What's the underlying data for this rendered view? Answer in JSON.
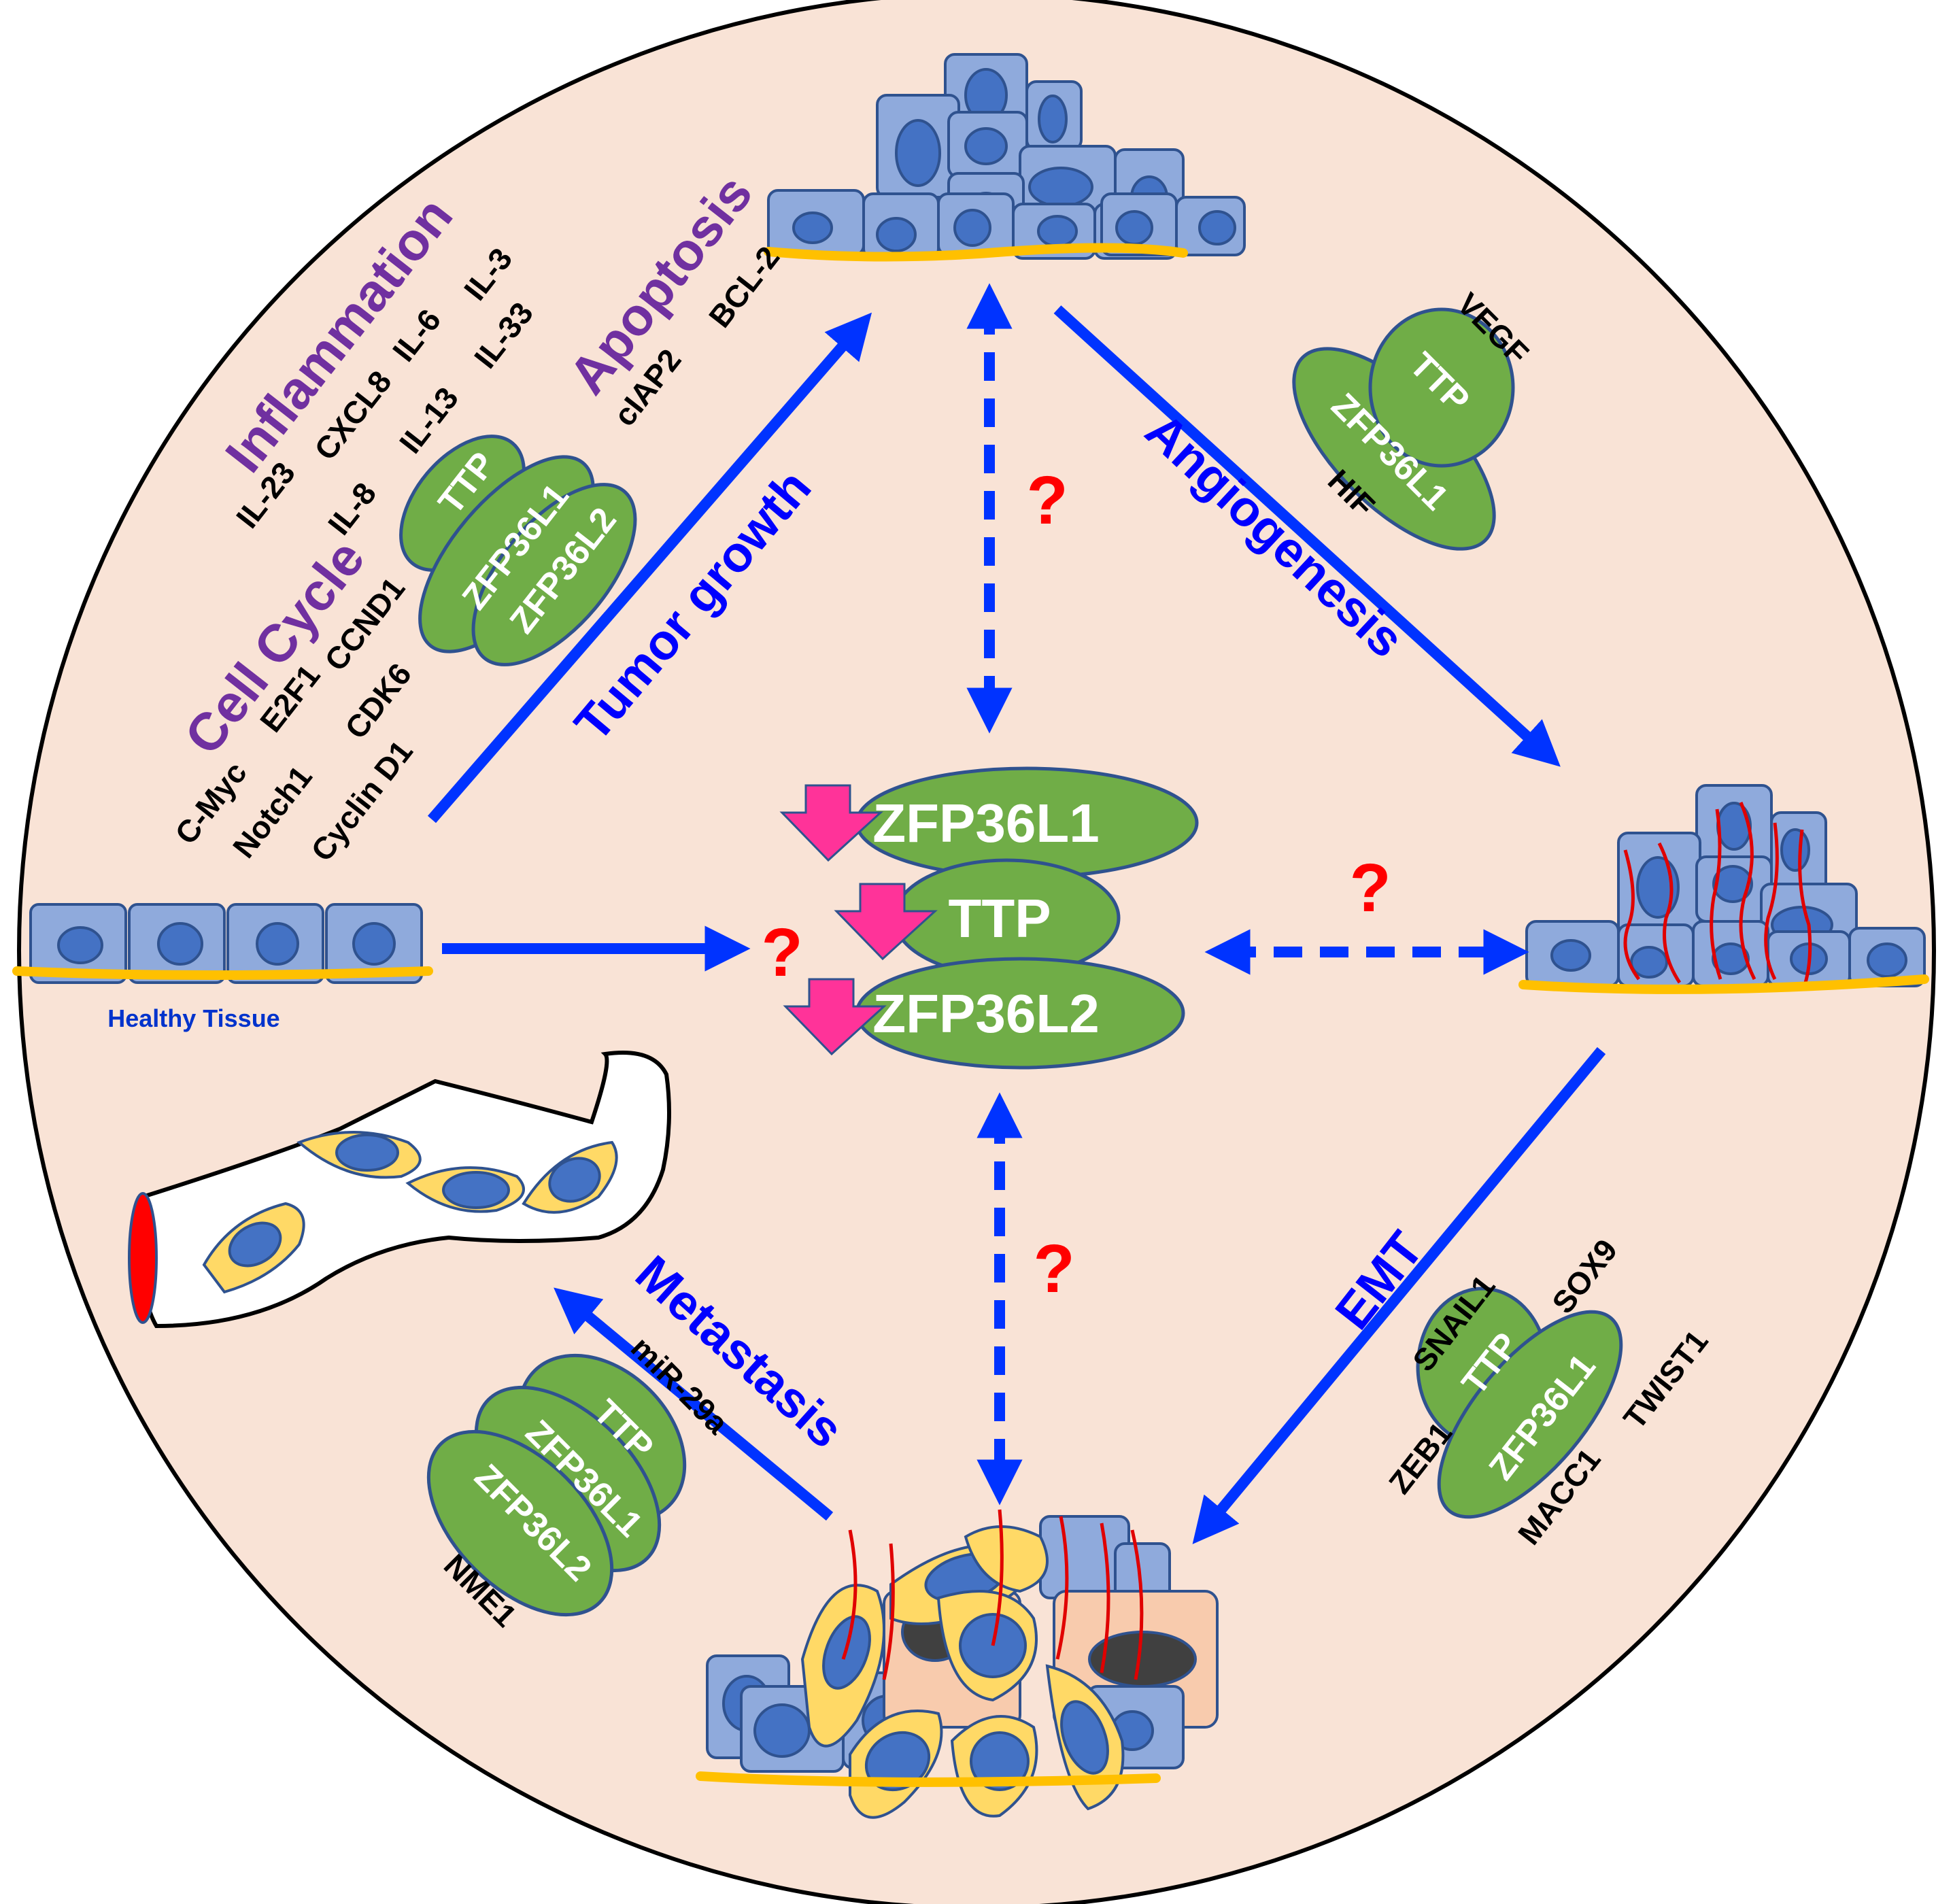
{
  "title": "",
  "healthy_label": "Healthy Tissue",
  "processes": {
    "tumor_growth": "Tumor growth",
    "angiogenesis": "Angiogenesis",
    "emt": "EMT",
    "metastasis": "Metastasis"
  },
  "question_mark": "?",
  "categories": {
    "inflammation": "Inflammation",
    "apoptosis": "Apoptosis",
    "cell_cycle": "Cell Cycle"
  },
  "inflammation_genes": [
    "IL-3",
    "IL-6",
    "CXCL8",
    "IL-23",
    "IL-33",
    "IL-13",
    "IL-8"
  ],
  "apoptosis_genes": [
    "BCL-2",
    "cIAP2"
  ],
  "cell_cycle_genes": [
    "CCND1",
    "E2F1",
    "C-Myc",
    "CDK6",
    "Notch1",
    "Cyclin D1"
  ],
  "angiogenesis_genes": [
    "VEGF",
    "HIF"
  ],
  "emt_genes": [
    "SNAIL1",
    "SOX9",
    "ZEB1",
    "TWIST1",
    "MACC1"
  ],
  "metastasis_genes": [
    "miR-29a",
    "NME1"
  ],
  "proteins": {
    "ttp": "TTP",
    "zfp36l1": "ZFP36L1",
    "zfp36l2": "ZFP36L2"
  },
  "colors": {
    "background": "#f9e3d6",
    "category": "#7030a0",
    "process": "#0000ff",
    "protein": "#70ad47",
    "cell": "#8faadc",
    "nucleus": "#4472c4",
    "membrane": "#ffc000",
    "question": "#ff0000",
    "down_arrow": "#ff3399"
  }
}
